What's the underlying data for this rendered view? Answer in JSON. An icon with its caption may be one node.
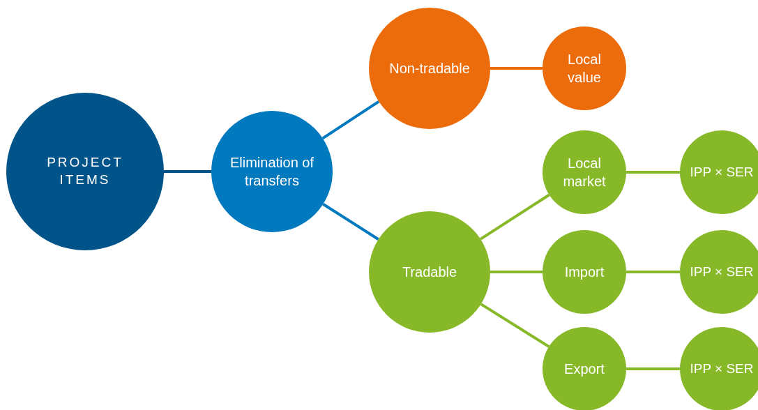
{
  "diagram": {
    "nodes": [
      {
        "text": [
          "PROJECT ITEMS"
        ]
      },
      {
        "text": [
          "Elimination of transfers"
        ]
      },
      {
        "text": [
          "Non-tradable"
        ]
      },
      {
        "text": [
          "Local value"
        ]
      },
      {
        "text": [
          "Tradable"
        ]
      },
      {
        "text": [
          "Local market"
        ]
      },
      {
        "text": [
          "Import"
        ]
      },
      {
        "text": [
          "Export"
        ]
      },
      {
        "text": [
          "IPP × SER"
        ]
      },
      {
        "text": [
          "IPP × SER"
        ]
      },
      {
        "text": [
          "IPP × SER"
        ]
      }
    ],
    "edges": [
      {
        "from": 0,
        "to": 1,
        "arrow": "none",
        "color": "#00548a"
      },
      {
        "from": 1,
        "to": 2,
        "arrow": "none",
        "color": "#0079bf"
      },
      {
        "from": 1,
        "to": 4,
        "arrow": "none",
        "color": "#0079bf"
      },
      {
        "from": 2,
        "to": 3,
        "arrow": "none",
        "color": "#ec6c0b"
      },
      {
        "from": 4,
        "to": 5,
        "arrow": "none"
      },
      {
        "from": 4,
        "to": 6,
        "arrow": "none"
      },
      {
        "from": 4,
        "to": 7,
        "arrow": "none"
      },
      {
        "from": 5,
        "to": 8,
        "arrow": "none"
      },
      {
        "from": 6,
        "to": 9,
        "arrow": "none"
      },
      {
        "from": 7,
        "to": 10,
        "arrow": "none"
      }
    ]
  }
}
